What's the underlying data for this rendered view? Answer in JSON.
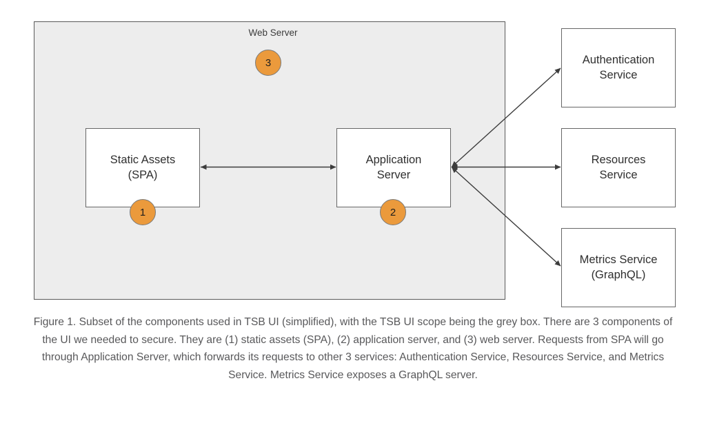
{
  "figure": {
    "scope": {
      "label": "Web Server",
      "badge": "3",
      "fill_color": "#ededed",
      "border_color": "#595959"
    },
    "accent_color": "#eb9a3c",
    "nodes": [
      {
        "id": "static-assets",
        "label": "Static Assets\n(SPA)",
        "badge": "1",
        "inside_scope": true
      },
      {
        "id": "application-server",
        "label": "Application\nServer",
        "badge": "2",
        "inside_scope": true
      },
      {
        "id": "authentication-service",
        "label": "Authentication\nService",
        "badge": "",
        "inside_scope": false
      },
      {
        "id": "resources-service",
        "label": "Resources\nService",
        "badge": "",
        "inside_scope": false
      },
      {
        "id": "metrics-service",
        "label": "Metrics Service\n(GraphQL)",
        "badge": "",
        "inside_scope": false
      }
    ],
    "connections": [
      {
        "from": "static-assets",
        "to": "application-server",
        "arrows": "both"
      },
      {
        "from": "application-server",
        "to": "authentication-service",
        "arrows": "both"
      },
      {
        "from": "application-server",
        "to": "resources-service",
        "arrows": "both"
      },
      {
        "from": "application-server",
        "to": "metrics-service",
        "arrows": "both"
      }
    ],
    "caption": "Figure 1. Subset of the components used in TSB UI (simplified), with the TSB UI scope being the grey box. There are 3 components of the UI we needed to secure. They are (1) static assets (SPA), (2) application server, and (3) web server. Requests from SPA will go through Application Server, which forwards its requests to other 3 services: Authentication Service, Resources Service, and Metrics Service. Metrics Service exposes a GraphQL server."
  }
}
